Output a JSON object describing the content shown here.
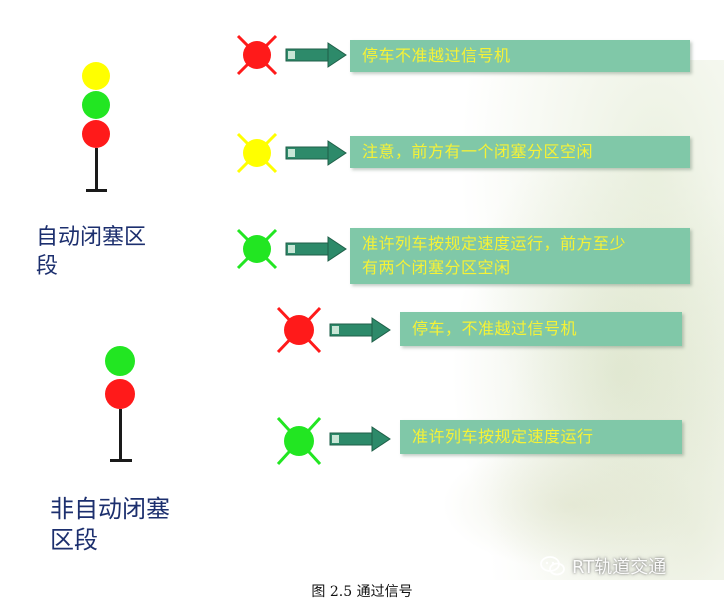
{
  "sections": {
    "auto_block": {
      "label_line1": "自动闭塞区",
      "label_line2": "段"
    },
    "non_auto_block": {
      "label_line1": "非自动闭塞",
      "label_line2": "区段"
    }
  },
  "signals": [
    {
      "lamp": "red",
      "crossed": true,
      "message": "停车不准越过信号机"
    },
    {
      "lamp": "yellow",
      "crossed": false,
      "message": "注意，前方有一个闭塞分区空闲"
    },
    {
      "lamp": "green",
      "crossed": false,
      "message_line1": "准许列车按规定速度运行，前方至少",
      "message_line2": "有两个闭塞分区空闲"
    },
    {
      "lamp": "red",
      "crossed": true,
      "message": "停车，不准越过信号机"
    },
    {
      "lamp": "green",
      "crossed": false,
      "message": "准许列车按规定速度运行"
    }
  ],
  "colors": {
    "red": "#ff1a1a",
    "yellow": "#ffff00",
    "green": "#22e622",
    "message_box": "#80c8a8",
    "message_text": "#f6f236",
    "arrow": "#2d8a6a",
    "label_text": "#1c2f6e"
  },
  "caption": "图 2.5  通过信号",
  "watermark": "RT轨道交通"
}
